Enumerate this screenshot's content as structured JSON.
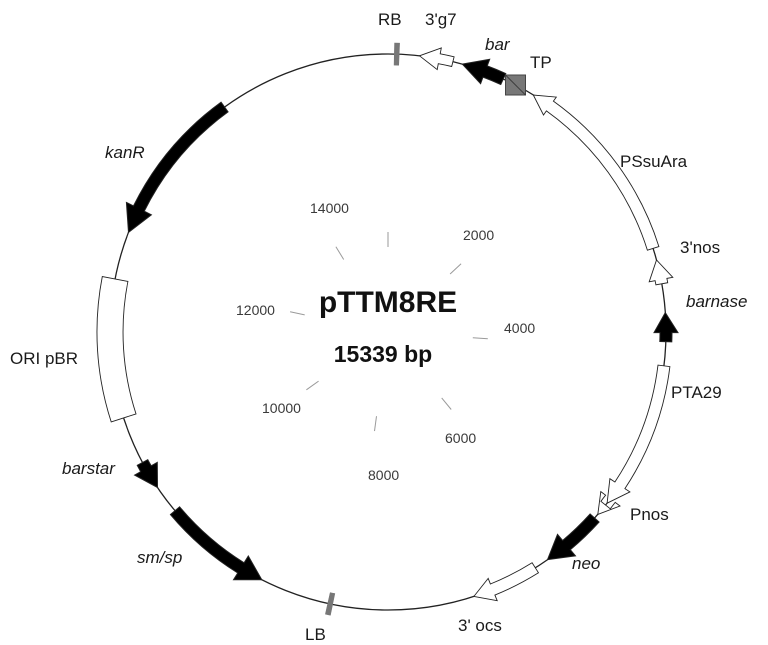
{
  "plasmid": {
    "name": "pTTM8RE",
    "size": "15339 bp"
  },
  "colors": {
    "filled": "#000000",
    "open": "#ffffff",
    "site": "#777777",
    "line": "#222222",
    "tick": "#9a9a9a"
  },
  "features": [
    {
      "id": "bar",
      "label": "bar",
      "italic": true,
      "style": "filled"
    },
    {
      "id": "3g7",
      "label": "3'g7",
      "italic": false,
      "style": "open"
    },
    {
      "id": "rb",
      "label": "RB",
      "italic": false,
      "style": "site"
    },
    {
      "id": "tp",
      "label": "TP",
      "italic": false,
      "style": "box"
    },
    {
      "id": "pssuara",
      "label": "PSsuAra",
      "italic": false,
      "style": "open"
    },
    {
      "id": "3nos",
      "label": "3'nos",
      "italic": false,
      "style": "open"
    },
    {
      "id": "barnase",
      "label": "barnase",
      "italic": true,
      "style": "filled"
    },
    {
      "id": "pta29",
      "label": "PTA29",
      "italic": false,
      "style": "open"
    },
    {
      "id": "pnos",
      "label": "Pnos",
      "italic": false,
      "style": "open"
    },
    {
      "id": "neo",
      "label": "neo",
      "italic": true,
      "style": "filled"
    },
    {
      "id": "3ocs",
      "label": "3' ocs",
      "italic": false,
      "style": "open"
    },
    {
      "id": "lb",
      "label": "LB",
      "italic": false,
      "style": "site"
    },
    {
      "id": "smsp",
      "label": "sm/sp",
      "italic": true,
      "style": "filled"
    },
    {
      "id": "barstar",
      "label": "barstar",
      "italic": true,
      "style": "filled"
    },
    {
      "id": "oripbr",
      "label": "ORI pBR",
      "italic": false,
      "style": "open"
    },
    {
      "id": "kanr",
      "label": "kanR",
      "italic": true,
      "style": "filled"
    }
  ],
  "ticks": [
    "2000",
    "4000",
    "6000",
    "8000",
    "10000",
    "12000",
    "14000"
  ]
}
